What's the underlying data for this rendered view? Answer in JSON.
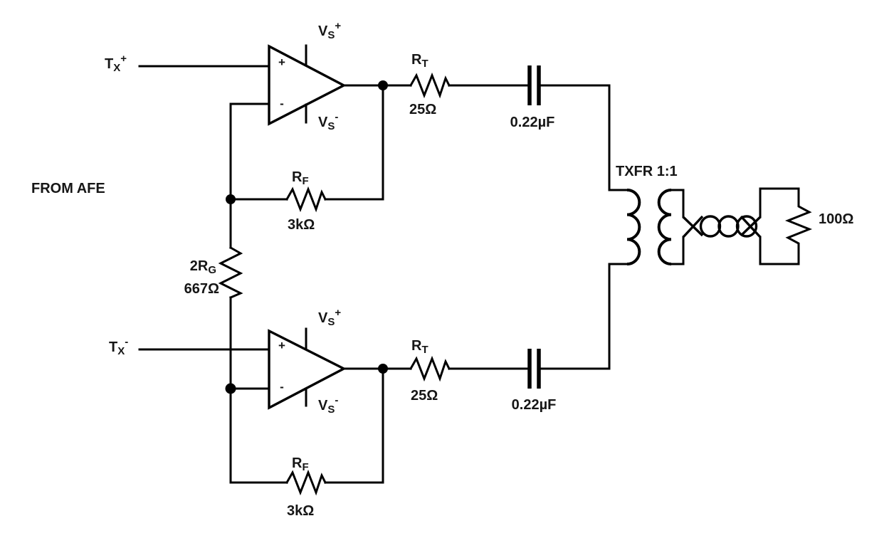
{
  "colors": {
    "wire": "#000000",
    "text": "#161616",
    "background": "#ffffff"
  },
  "schematic": {
    "source_label": "FROM AFE",
    "inputs": {
      "tx_plus": {
        "base": "T",
        "sub": "X",
        "sup": "+"
      },
      "tx_minus": {
        "base": "T",
        "sub": "X",
        "sup": "-"
      }
    },
    "opamp_top": {
      "noninverting_mark": "+",
      "inverting_mark": "-",
      "vs_plus": {
        "base": "V",
        "sub": "S",
        "sup": "+"
      },
      "vs_minus": {
        "base": "V",
        "sub": "S",
        "sup": "-"
      }
    },
    "opamp_bottom": {
      "noninverting_mark": "+",
      "inverting_mark": "-",
      "vs_plus": {
        "base": "V",
        "sub": "S",
        "sup": "+"
      },
      "vs_minus": {
        "base": "V",
        "sub": "S",
        "sup": "-"
      }
    },
    "resistors": {
      "rt_top": {
        "name": {
          "base": "R",
          "sub": "T"
        },
        "value": "25Ω"
      },
      "rt_bottom": {
        "name": {
          "base": "R",
          "sub": "T"
        },
        "value": "25Ω"
      },
      "rf_top": {
        "name": {
          "base": "R",
          "sub": "F"
        },
        "value": "3kΩ"
      },
      "rf_bottom": {
        "name": {
          "base": "R",
          "sub": "F"
        },
        "value": "3kΩ"
      },
      "gain": {
        "name": {
          "base": "2R",
          "sub": "G"
        },
        "value": "667Ω"
      },
      "load": {
        "value": "100Ω"
      }
    },
    "capacitors": {
      "top": {
        "value": "0.22µF"
      },
      "bottom": {
        "value": "0.22µF"
      }
    },
    "transformer": {
      "label": "TXFR 1:1"
    }
  }
}
